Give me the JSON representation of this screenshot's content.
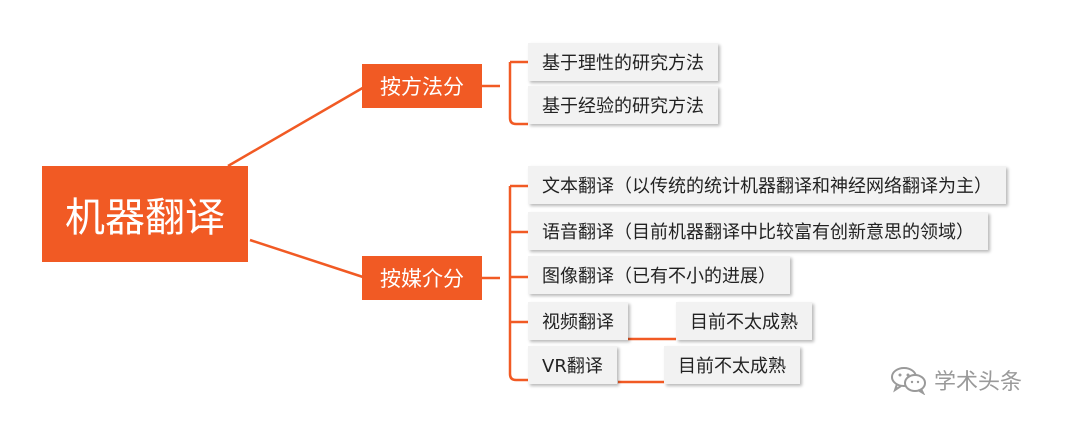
{
  "root": {
    "label": "机器翻译"
  },
  "branches": [
    {
      "label": "按方法分",
      "leaves": [
        {
          "label": "基于理性的研究方法"
        },
        {
          "label": "基于经验的研究方法"
        }
      ]
    },
    {
      "label": "按媒介分",
      "leaves": [
        {
          "label": "文本翻译（以传统的统计机器翻译和神经网络翻译为主）"
        },
        {
          "label": "语音翻译（目前机器翻译中比较富有创新意思的领域）"
        },
        {
          "label": "图像翻译（已有不小的进展）"
        },
        {
          "label": "视频翻译",
          "note": "目前不太成熟"
        },
        {
          "label": "VR翻译",
          "note": "目前不太成熟"
        }
      ]
    }
  ],
  "watermark": {
    "icon": "wechat-icon",
    "text": "学术头条"
  },
  "colors": {
    "accent": "#f15a24",
    "leaf_bg": "#f2f2f2"
  }
}
